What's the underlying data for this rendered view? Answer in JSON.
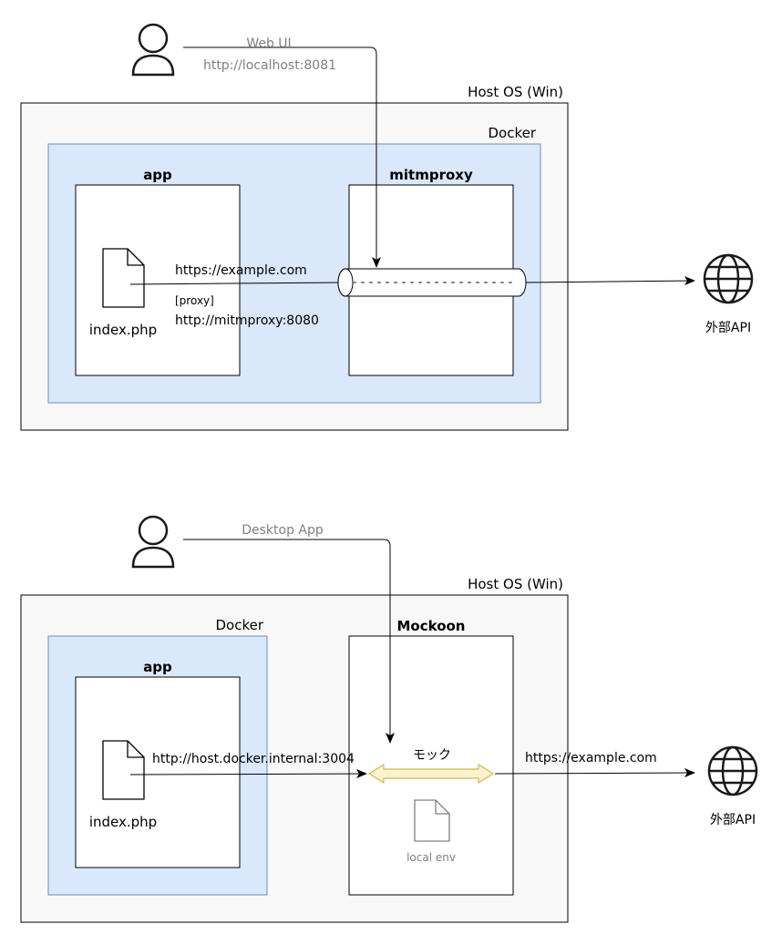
{
  "top": {
    "user_label": "Web UI",
    "user_url": "http://localhost:8081",
    "host_label": "Host OS (Win)",
    "docker_label": "Docker",
    "app_label": "app",
    "proxy_label": "mitmproxy",
    "file_label": "index.php",
    "request_url": "https://example.com",
    "proxy_tag": "[proxy]",
    "proxy_url": "http://mitmproxy:8080",
    "external_label": "外部API"
  },
  "bottom": {
    "user_label": "Desktop App",
    "host_label": "Host OS (Win)",
    "docker_label": "Docker",
    "app_label": "app",
    "mock_label": "Mockoon",
    "file_label": "index.php",
    "request_url": "http://host.docker.internal:3004",
    "mock_tag": "モック",
    "env_label": "local env",
    "outbound_url": "https://example.com",
    "external_label": "外部API"
  },
  "colors": {
    "host_fill": "#f8f8f8",
    "docker_fill": "#dae8fc",
    "docker_stroke": "#6c8ebf",
    "arrow_fill": "#fff2cc",
    "arrow_stroke": "#d6b656",
    "muted_text": "#808080"
  }
}
